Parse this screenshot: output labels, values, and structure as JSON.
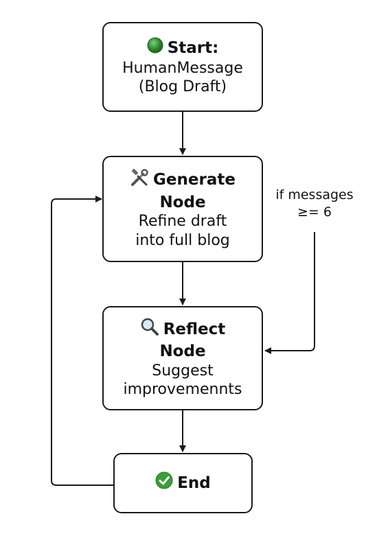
{
  "diagram": {
    "nodes": {
      "start": {
        "title": "Start:",
        "body_line1": "HumanMessage",
        "body_line2": "(Blog Draft)",
        "icon": "green-circle-icon",
        "icon_color": "#2e8b2e"
      },
      "generate": {
        "title": "Generate",
        "title_line2": "Node",
        "body_line1": "Refine draft",
        "body_line2": "into full blog",
        "icon": "tools-icon"
      },
      "reflect": {
        "title": "Reflect",
        "title_line2": "Node",
        "body_line1": "Suggest",
        "body_line2": "improvemennts",
        "icon": "magnifier-icon"
      },
      "end": {
        "title": "End",
        "icon": "check-mark-icon",
        "icon_color": "#3a9d3a"
      }
    },
    "condition": {
      "line1": "if messages",
      "line2": "≥= 6"
    },
    "colors": {
      "stroke": "#1a1a1a",
      "background": "#ffffff"
    }
  }
}
